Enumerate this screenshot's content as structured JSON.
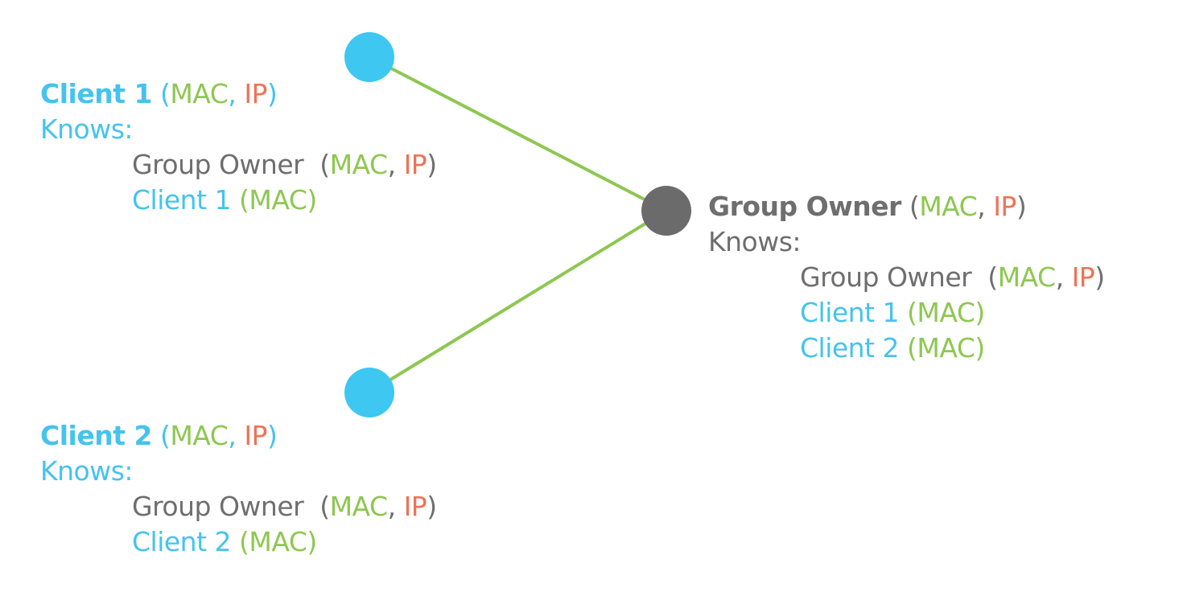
{
  "colors": {
    "client": "#3ec7f0",
    "owner": "#6b6b6b",
    "edge": "#8ec751",
    "mac": "#8ec751",
    "ip": "#ef7257",
    "client_text": "#45c3ee",
    "owner_text": "#6e6e6e"
  },
  "client1": {
    "name": "Client 1",
    "open_paren": " (",
    "mac": "MAC",
    "comma": ", ",
    "ip": "IP",
    "close_paren": ")",
    "knows_label": "Knows:",
    "known": [
      {
        "name": "Group Owner",
        "open_paren": "  (",
        "mac": "MAC",
        "comma": ", ",
        "ip": "IP",
        "close_paren": ")"
      },
      {
        "name": "Client 1",
        "open_paren": " (",
        "mac": "MAC",
        "close_paren": ")"
      }
    ]
  },
  "client2": {
    "name": "Client 2",
    "open_paren": " (",
    "mac": "MAC",
    "comma": ", ",
    "ip": "IP",
    "close_paren": ")",
    "knows_label": "Knows:",
    "known": [
      {
        "name": "Group Owner",
        "open_paren": "  (",
        "mac": "MAC",
        "comma": ", ",
        "ip": "IP",
        "close_paren": ")"
      },
      {
        "name": "Client 2",
        "open_paren": " (",
        "mac": "MAC",
        "close_paren": ")"
      }
    ]
  },
  "owner": {
    "name": "Group Owner",
    "open_paren": " (",
    "mac": "MAC",
    "comma": ", ",
    "ip": "IP",
    "close_paren": ")",
    "knows_label": "Knows:",
    "known": [
      {
        "name": "Group Owner",
        "open_paren": "  (",
        "mac": "MAC",
        "comma": ", ",
        "ip": "IP",
        "close_paren": ")"
      },
      {
        "name": "Client 1",
        "open_paren": " (",
        "mac": "MAC",
        "close_paren": ")"
      },
      {
        "name": "Client 2",
        "open_paren": " (",
        "mac": "MAC",
        "close_paren": ")"
      }
    ]
  }
}
